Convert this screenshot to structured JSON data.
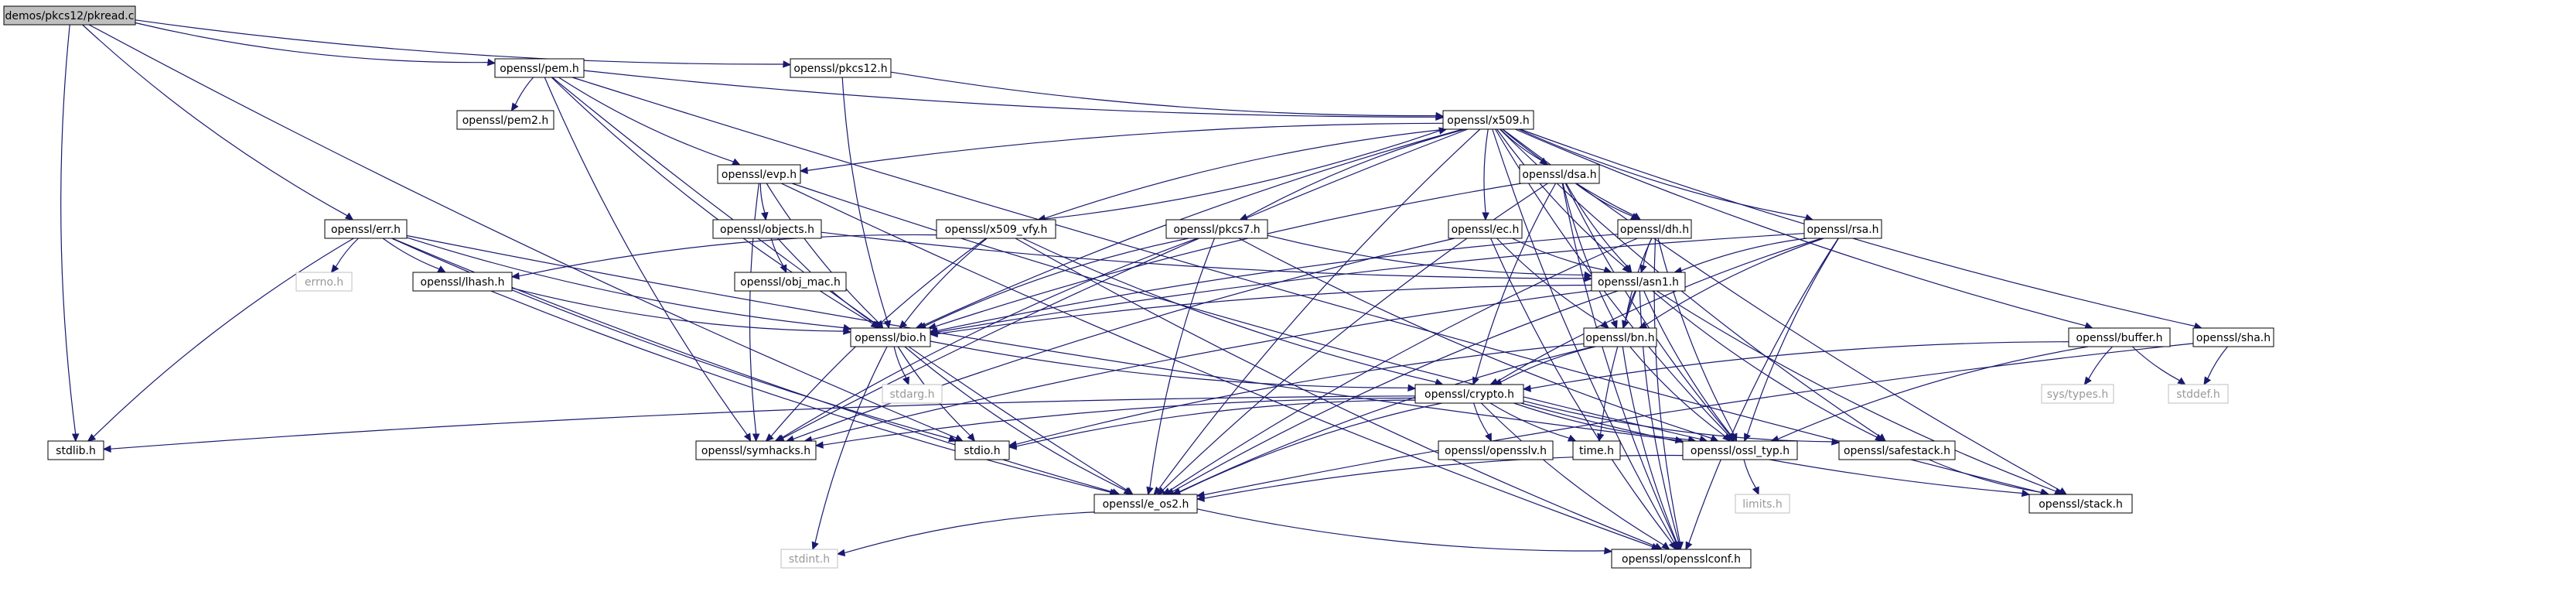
{
  "colors": {
    "edge": "#191970",
    "root_fill": "#bfbfbf",
    "node_border": "#000000",
    "system_border": "#bfbfbf",
    "system_text": "#999999"
  },
  "nodes": [
    {
      "id": "pkread",
      "label": "demos/pkcs12/pkread.c",
      "kind": "root"
    },
    {
      "id": "pem",
      "label": "openssl/pem.h",
      "kind": "box"
    },
    {
      "id": "pkcs12",
      "label": "openssl/pkcs12.h",
      "kind": "box"
    },
    {
      "id": "err",
      "label": "openssl/err.h",
      "kind": "box"
    },
    {
      "id": "pem2",
      "label": "openssl/pem2.h",
      "kind": "box"
    },
    {
      "id": "x509",
      "label": "openssl/x509.h",
      "kind": "box"
    },
    {
      "id": "evp",
      "label": "openssl/evp.h",
      "kind": "box"
    },
    {
      "id": "dsa",
      "label": "openssl/dsa.h",
      "kind": "box"
    },
    {
      "id": "objects",
      "label": "openssl/objects.h",
      "kind": "box"
    },
    {
      "id": "x509vfy",
      "label": "openssl/x509_vfy.h",
      "kind": "box"
    },
    {
      "id": "pkcs7",
      "label": "openssl/pkcs7.h",
      "kind": "box"
    },
    {
      "id": "ec",
      "label": "openssl/ec.h",
      "kind": "box"
    },
    {
      "id": "dh",
      "label": "openssl/dh.h",
      "kind": "box"
    },
    {
      "id": "rsa",
      "label": "openssl/rsa.h",
      "kind": "box"
    },
    {
      "id": "errno",
      "label": "errno.h",
      "kind": "sys"
    },
    {
      "id": "lhash",
      "label": "openssl/lhash.h",
      "kind": "box"
    },
    {
      "id": "objmac",
      "label": "openssl/obj_mac.h",
      "kind": "box"
    },
    {
      "id": "asn1",
      "label": "openssl/asn1.h",
      "kind": "box"
    },
    {
      "id": "bio",
      "label": "openssl/bio.h",
      "kind": "box"
    },
    {
      "id": "bn",
      "label": "openssl/bn.h",
      "kind": "box"
    },
    {
      "id": "buffer",
      "label": "openssl/buffer.h",
      "kind": "box"
    },
    {
      "id": "sha",
      "label": "openssl/sha.h",
      "kind": "box"
    },
    {
      "id": "stdarg",
      "label": "stdarg.h",
      "kind": "sys"
    },
    {
      "id": "crypto",
      "label": "openssl/crypto.h",
      "kind": "box"
    },
    {
      "id": "systypes",
      "label": "sys/types.h",
      "kind": "sys"
    },
    {
      "id": "stddef",
      "label": "stddef.h",
      "kind": "sys"
    },
    {
      "id": "stdlib",
      "label": "stdlib.h",
      "kind": "box"
    },
    {
      "id": "symhacks",
      "label": "openssl/symhacks.h",
      "kind": "box"
    },
    {
      "id": "stdio",
      "label": "stdio.h",
      "kind": "box"
    },
    {
      "id": "opensslv",
      "label": "openssl/opensslv.h",
      "kind": "box"
    },
    {
      "id": "time",
      "label": "time.h",
      "kind": "box"
    },
    {
      "id": "ossltyp",
      "label": "openssl/ossl_typ.h",
      "kind": "box"
    },
    {
      "id": "safestack",
      "label": "openssl/safestack.h",
      "kind": "box"
    },
    {
      "id": "limits",
      "label": "limits.h",
      "kind": "sys"
    },
    {
      "id": "eos2",
      "label": "openssl/e_os2.h",
      "kind": "box"
    },
    {
      "id": "stack",
      "label": "openssl/stack.h",
      "kind": "box"
    },
    {
      "id": "stdint",
      "label": "stdint.h",
      "kind": "sys"
    },
    {
      "id": "opensslconf",
      "label": "openssl/opensslconf.h",
      "kind": "box"
    }
  ],
  "edges": [
    [
      "pkread",
      "pem"
    ],
    [
      "pkread",
      "pkcs12"
    ],
    [
      "pkread",
      "err"
    ],
    [
      "pkread",
      "stdlib"
    ],
    [
      "pkread",
      "stdio"
    ],
    [
      "pem",
      "pem2"
    ],
    [
      "pem",
      "x509"
    ],
    [
      "pem",
      "evp"
    ],
    [
      "pem",
      "bio"
    ],
    [
      "pem",
      "symhacks"
    ],
    [
      "pem",
      "eos2"
    ],
    [
      "pem",
      "stack"
    ],
    [
      "pkcs12",
      "x509"
    ],
    [
      "pkcs12",
      "bio"
    ],
    [
      "err",
      "errno"
    ],
    [
      "err",
      "lhash"
    ],
    [
      "err",
      "bio"
    ],
    [
      "err",
      "stdlib"
    ],
    [
      "err",
      "stdio"
    ],
    [
      "err",
      "eos2"
    ],
    [
      "err",
      "ossltyp"
    ],
    [
      "x509",
      "evp"
    ],
    [
      "x509",
      "dsa"
    ],
    [
      "x509",
      "x509vfy"
    ],
    [
      "x509",
      "pkcs7"
    ],
    [
      "x509",
      "ec"
    ],
    [
      "x509",
      "dh"
    ],
    [
      "x509",
      "rsa"
    ],
    [
      "x509",
      "asn1"
    ],
    [
      "x509",
      "bio"
    ],
    [
      "x509",
      "buffer"
    ],
    [
      "x509",
      "sha"
    ],
    [
      "x509",
      "symhacks"
    ],
    [
      "x509",
      "eos2"
    ],
    [
      "x509",
      "ossltyp"
    ],
    [
      "x509",
      "safestack"
    ],
    [
      "x509",
      "stack"
    ],
    [
      "x509",
      "opensslconf"
    ],
    [
      "evp",
      "objects"
    ],
    [
      "evp",
      "bio"
    ],
    [
      "evp",
      "symhacks"
    ],
    [
      "evp",
      "ossltyp"
    ],
    [
      "evp",
      "opensslconf"
    ],
    [
      "dsa",
      "dh"
    ],
    [
      "dsa",
      "asn1"
    ],
    [
      "dsa",
      "bio"
    ],
    [
      "dsa",
      "bn"
    ],
    [
      "dsa",
      "crypto"
    ],
    [
      "dsa",
      "ossltyp"
    ],
    [
      "dsa",
      "eos2"
    ],
    [
      "dsa",
      "opensslconf"
    ],
    [
      "objects",
      "objmac"
    ],
    [
      "objects",
      "asn1"
    ],
    [
      "objects",
      "bio"
    ],
    [
      "x509vfy",
      "x509"
    ],
    [
      "x509vfy",
      "lhash"
    ],
    [
      "x509vfy",
      "bio"
    ],
    [
      "x509vfy",
      "crypto"
    ],
    [
      "x509vfy",
      "symhacks"
    ],
    [
      "x509vfy",
      "opensslconf"
    ],
    [
      "pkcs7",
      "asn1"
    ],
    [
      "pkcs7",
      "bio"
    ],
    [
      "pkcs7",
      "ossltyp"
    ],
    [
      "pkcs7",
      "symhacks"
    ],
    [
      "pkcs7",
      "eos2"
    ],
    [
      "ec",
      "asn1"
    ],
    [
      "ec",
      "bn"
    ],
    [
      "ec",
      "symhacks"
    ],
    [
      "ec",
      "opensslconf"
    ],
    [
      "dh",
      "asn1"
    ],
    [
      "dh",
      "bio"
    ],
    [
      "dh",
      "bn"
    ],
    [
      "dh",
      "ossltyp"
    ],
    [
      "dh",
      "eos2"
    ],
    [
      "dh",
      "opensslconf"
    ],
    [
      "rsa",
      "asn1"
    ],
    [
      "rsa",
      "bio"
    ],
    [
      "rsa",
      "bn"
    ],
    [
      "rsa",
      "crypto"
    ],
    [
      "rsa",
      "ossltyp"
    ],
    [
      "rsa",
      "opensslconf"
    ],
    [
      "lhash",
      "bio"
    ],
    [
      "lhash",
      "eos2"
    ],
    [
      "asn1",
      "bio"
    ],
    [
      "asn1",
      "bn"
    ],
    [
      "asn1",
      "time"
    ],
    [
      "asn1",
      "stack"
    ],
    [
      "asn1",
      "safestack"
    ],
    [
      "asn1",
      "ossltyp"
    ],
    [
      "asn1",
      "symhacks"
    ],
    [
      "asn1",
      "eos2"
    ],
    [
      "asn1",
      "opensslconf"
    ],
    [
      "bio",
      "stdarg"
    ],
    [
      "bio",
      "crypto"
    ],
    [
      "bio",
      "stdio"
    ],
    [
      "bio",
      "stdint"
    ],
    [
      "bio",
      "eos2"
    ],
    [
      "bn",
      "crypto"
    ],
    [
      "bn",
      "ossltyp"
    ],
    [
      "bn",
      "stdio"
    ],
    [
      "bn",
      "eos2"
    ],
    [
      "bn",
      "opensslconf"
    ],
    [
      "buffer",
      "systypes"
    ],
    [
      "buffer",
      "stddef"
    ],
    [
      "buffer",
      "crypto"
    ],
    [
      "buffer",
      "ossltyp"
    ],
    [
      "sha",
      "stddef"
    ],
    [
      "sha",
      "eos2"
    ],
    [
      "crypto",
      "stdlib"
    ],
    [
      "crypto",
      "symhacks"
    ],
    [
      "crypto",
      "stdio"
    ],
    [
      "crypto",
      "opensslv"
    ],
    [
      "crypto",
      "time"
    ],
    [
      "crypto",
      "ossltyp"
    ],
    [
      "crypto",
      "safestack"
    ],
    [
      "crypto",
      "stack"
    ],
    [
      "crypto",
      "eos2"
    ],
    [
      "crypto",
      "opensslconf"
    ],
    [
      "ossltyp",
      "limits"
    ],
    [
      "ossltyp",
      "eos2"
    ],
    [
      "safestack",
      "stack"
    ],
    [
      "eos2",
      "stdint"
    ],
    [
      "eos2",
      "opensslconf"
    ]
  ]
}
